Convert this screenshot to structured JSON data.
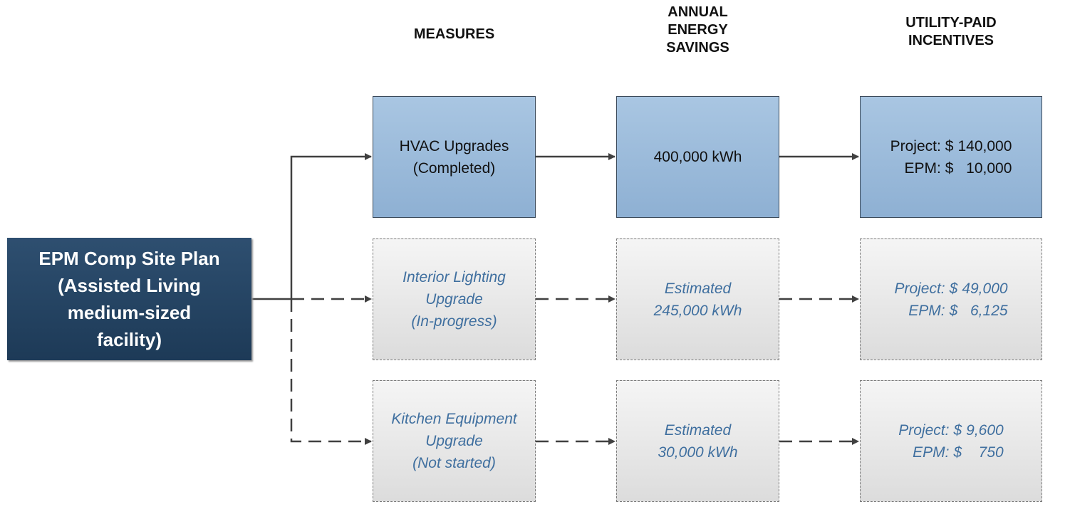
{
  "headers": {
    "measures": "MEASURES",
    "savings": [
      "ANNUAL",
      "ENERGY",
      "SAVINGS"
    ],
    "incentives": [
      "UTILITY-PAID",
      "INCENTIVES"
    ]
  },
  "root": {
    "lines": [
      "EPM Comp Site Plan",
      "(Assisted Living",
      "medium-sized",
      "facility)"
    ]
  },
  "rows": [
    {
      "status": "completed",
      "measure": [
        "HVAC Upgrades",
        "(Completed)"
      ],
      "savings": [
        "400,000 kWh"
      ],
      "incentives": [
        {
          "label": "Project:",
          "currency": "$",
          "amount": "140,000"
        },
        {
          "label": "EPM:",
          "currency": "$",
          "amount": "10,000"
        }
      ]
    },
    {
      "status": "in-progress",
      "measure": [
        "Interior Lighting",
        "Upgrade",
        "(In-progress)"
      ],
      "savings": [
        "Estimated",
        "245,000 kWh"
      ],
      "incentives": [
        {
          "label": "Project:",
          "currency": "$",
          "amount": "49,000"
        },
        {
          "label": "EPM:",
          "currency": "$",
          "amount": "6,125"
        }
      ]
    },
    {
      "status": "not-started",
      "measure": [
        "Kitchen Equipment",
        "Upgrade",
        "(Not started)"
      ],
      "savings": [
        "Estimated",
        "30,000 kWh"
      ],
      "incentives": [
        {
          "label": "Project:",
          "currency": "$",
          "amount": "9,600"
        },
        {
          "label": "EPM:",
          "currency": "$",
          "amount": "750"
        }
      ]
    }
  ],
  "colors": {
    "root_fill": "#2a4a6b",
    "completed_fill": "#9dbcdc",
    "pending_fill": "#e8e8e8",
    "pending_text": "#3f6f9f",
    "arrow": "#404040"
  }
}
